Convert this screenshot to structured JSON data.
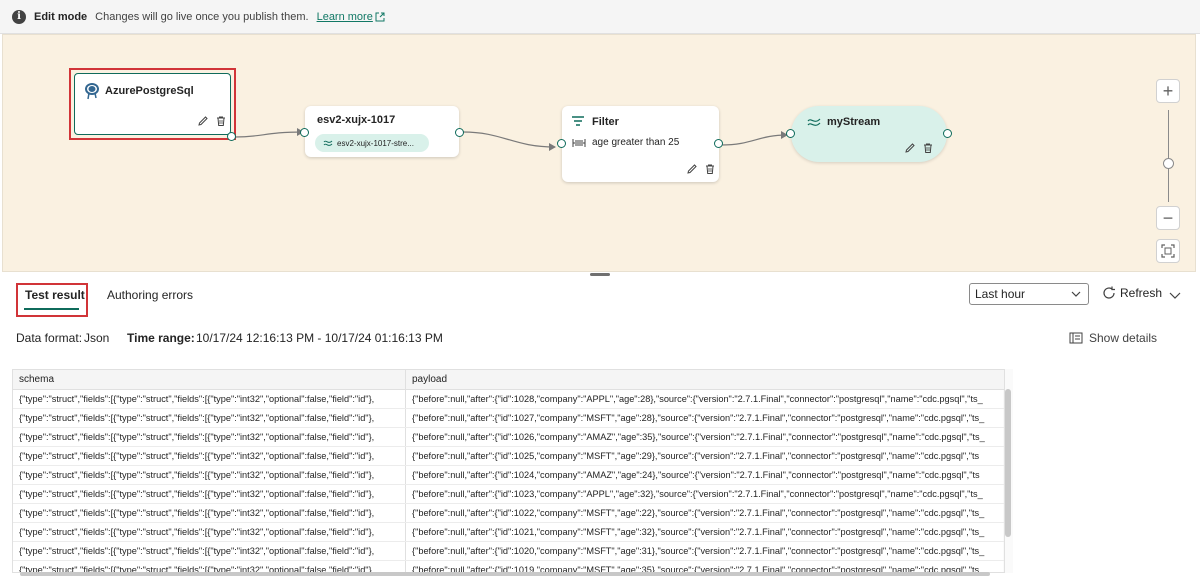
{
  "banner": {
    "mode": "Edit mode",
    "message": "Changes will go live once you publish them.",
    "link": "Learn more"
  },
  "canvas": {
    "source_node": {
      "title": "AzurePostgreSql"
    },
    "eventstream_node": {
      "title": "esv2-xujx-1017",
      "stream_label": "esv2-xujx-1017-stre..."
    },
    "filter_node": {
      "title": "Filter",
      "condition": "age greater than 25"
    },
    "destination_node": {
      "title": "myStream"
    },
    "zoom_in": "+",
    "zoom_out": "−"
  },
  "tabs": [
    {
      "label": "Test result",
      "active": true
    },
    {
      "label": "Authoring errors",
      "active": false
    }
  ],
  "toolbar": {
    "time_select": "Last hour",
    "refresh_label": "Refresh"
  },
  "meta": {
    "format_label": "Data format:",
    "format_value": "Json",
    "range_label": "Time range:",
    "range_value": "10/17/24 12:16:13 PM - 10/17/24 01:16:13 PM",
    "show_details": "Show details"
  },
  "table": {
    "columns": [
      "schema",
      "payload"
    ],
    "rows": [
      [
        "{\"type\":\"struct\",\"fields\":[{\"type\":\"struct\",\"fields\":[{\"type\":\"int32\",\"optional\":false,\"field\":\"id\"},",
        "{\"before\":null,\"after\":{\"id\":1028,\"company\":\"APPL\",\"age\":28},\"source\":{\"version\":\"2.7.1.Final\",\"connector\":\"postgresql\",\"name\":\"cdc.pgsql\",\"ts_"
      ],
      [
        "{\"type\":\"struct\",\"fields\":[{\"type\":\"struct\",\"fields\":[{\"type\":\"int32\",\"optional\":false,\"field\":\"id\"},",
        "{\"before\":null,\"after\":{\"id\":1027,\"company\":\"MSFT\",\"age\":28},\"source\":{\"version\":\"2.7.1.Final\",\"connector\":\"postgresql\",\"name\":\"cdc.pgsql\",\"ts_"
      ],
      [
        "{\"type\":\"struct\",\"fields\":[{\"type\":\"struct\",\"fields\":[{\"type\":\"int32\",\"optional\":false,\"field\":\"id\"},",
        "{\"before\":null,\"after\":{\"id\":1026,\"company\":\"AMAZ\",\"age\":35},\"source\":{\"version\":\"2.7.1.Final\",\"connector\":\"postgresql\",\"name\":\"cdc.pgsql\",\"ts_"
      ],
      [
        "{\"type\":\"struct\",\"fields\":[{\"type\":\"struct\",\"fields\":[{\"type\":\"int32\",\"optional\":false,\"field\":\"id\"},",
        "{\"before\":null,\"after\":{\"id\":1025,\"company\":\"MSFT\",\"age\":29},\"source\":{\"version\":\"2.7.1.Final\",\"connector\":\"postgresql\",\"name\":\"cdc.pgsql\",\"ts"
      ],
      [
        "{\"type\":\"struct\",\"fields\":[{\"type\":\"struct\",\"fields\":[{\"type\":\"int32\",\"optional\":false,\"field\":\"id\"},",
        "{\"before\":null,\"after\":{\"id\":1024,\"company\":\"AMAZ\",\"age\":24},\"source\":{\"version\":\"2.7.1.Final\",\"connector\":\"postgresql\",\"name\":\"cdc.pgsql\",\"ts"
      ],
      [
        "{\"type\":\"struct\",\"fields\":[{\"type\":\"struct\",\"fields\":[{\"type\":\"int32\",\"optional\":false,\"field\":\"id\"},",
        "{\"before\":null,\"after\":{\"id\":1023,\"company\":\"APPL\",\"age\":32},\"source\":{\"version\":\"2.7.1.Final\",\"connector\":\"postgresql\",\"name\":\"cdc.pgsql\",\"ts_"
      ],
      [
        "{\"type\":\"struct\",\"fields\":[{\"type\":\"struct\",\"fields\":[{\"type\":\"int32\",\"optional\":false,\"field\":\"id\"},",
        "{\"before\":null,\"after\":{\"id\":1022,\"company\":\"MSFT\",\"age\":22},\"source\":{\"version\":\"2.7.1.Final\",\"connector\":\"postgresql\",\"name\":\"cdc.pgsql\",\"ts_"
      ],
      [
        "{\"type\":\"struct\",\"fields\":[{\"type\":\"struct\",\"fields\":[{\"type\":\"int32\",\"optional\":false,\"field\":\"id\"},",
        "{\"before\":null,\"after\":{\"id\":1021,\"company\":\"MSFT\",\"age\":32},\"source\":{\"version\":\"2.7.1.Final\",\"connector\":\"postgresql\",\"name\":\"cdc.pgsql\",\"ts_"
      ],
      [
        "{\"type\":\"struct\",\"fields\":[{\"type\":\"struct\",\"fields\":[{\"type\":\"int32\",\"optional\":false,\"field\":\"id\"},",
        "{\"before\":null,\"after\":{\"id\":1020,\"company\":\"MSFT\",\"age\":31},\"source\":{\"version\":\"2.7.1.Final\",\"connector\":\"postgresql\",\"name\":\"cdc.pgsql\",\"ts_"
      ],
      [
        "{\"type\":\"struct\",\"fields\":[{\"type\":\"struct\",\"fields\":[{\"type\":\"int32\",\"optional\":false,\"field\":\"id\"},",
        "{\"before\":null,\"after\":{\"id\":1019,\"company\":\"MSFT\",\"age\":35},\"source\":{\"version\":\"2.7.1.Final\",\"connector\":\"postgresql\",\"name\":\"cdc.pgsql\",\"ts_"
      ]
    ]
  }
}
